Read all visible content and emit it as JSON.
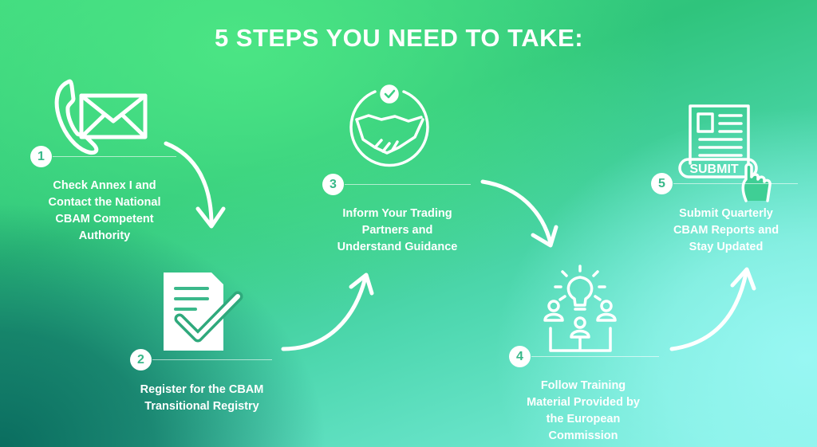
{
  "title": "5 STEPS YOU NEED TO TAKE:",
  "steps": [
    {
      "number": "1",
      "text": "Check Annex I and\nContact the National\nCBAM Competent\nAuthority",
      "icon": "phone-envelope-icon"
    },
    {
      "number": "2",
      "text": "Register for the CBAM\nTransitional Registry",
      "icon": "document-check-icon"
    },
    {
      "number": "3",
      "text": "Inform Your Trading\nPartners and\nUnderstand Guidance",
      "icon": "handshake-icon"
    },
    {
      "number": "4",
      "text": "Follow Training\nMaterial Provided by\nthe European\nCommission",
      "icon": "team-idea-icon"
    },
    {
      "number": "5",
      "text": "Submit Quarterly\nCBAM Reports and\nStay Updated",
      "icon": "submit-form-icon",
      "icon_label": "SUBMIT"
    }
  ],
  "colors": {
    "number_text": "#38b889",
    "foreground": "#ffffff"
  }
}
